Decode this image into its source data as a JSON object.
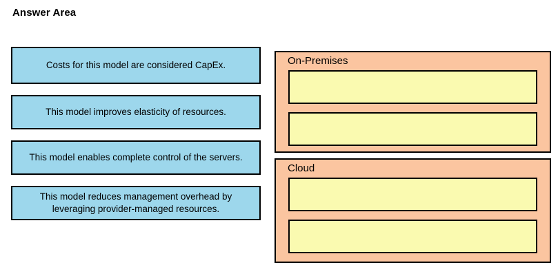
{
  "page": {
    "title": "Answer Area"
  },
  "colors": {
    "source_tile_fill": "#9DD7EC",
    "panel_fill": "#FBC5A0",
    "drop_zone_fill": "#FAFAB0",
    "border": "#000000",
    "background": "#FFFFFF"
  },
  "source": {
    "items": [
      {
        "label": "Costs for this model are considered CapEx."
      },
      {
        "label": "This model improves elasticity of resources."
      },
      {
        "label": "This model enables complete control of the servers."
      },
      {
        "label": "This model reduces management overhead by leveraging provider-managed resources."
      }
    ]
  },
  "targets": {
    "panels": [
      {
        "title": "On-Premises",
        "slots": [
          {
            "label": ""
          },
          {
            "label": ""
          }
        ]
      },
      {
        "title": "Cloud",
        "slots": [
          {
            "label": ""
          },
          {
            "label": ""
          }
        ]
      }
    ]
  }
}
